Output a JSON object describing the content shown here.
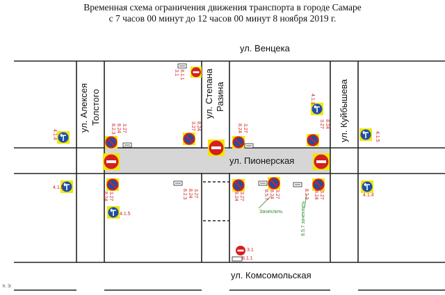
{
  "title": {
    "line1": "Временная схема ограничения движения транспорта в городе Самаре",
    "line2": "с 7 часов 00 минут до 12 часов 00 минут 8 ноября 2019 г."
  },
  "streets": {
    "ventseka": "ул. Венцека",
    "tolstogo_1": "ул. Алексея",
    "tolstogo_2": "Толстого",
    "razina_1": "ул. Степана",
    "razina_2": "Разина",
    "kuibysheva": "ул. Куйбышева",
    "pionerskaya": "ул. Пионерская",
    "komsomolskaya": "ул. Комсомольская"
  },
  "sign_codes": {
    "s_3_1": "3.1",
    "s_8_1_1": "8.1.1",
    "s_3_27": "3.27",
    "s_8_24": "8.24",
    "s_8_2_3": "8.2.3",
    "s_4_1_5": "4.1.5",
    "s_4_1_4": "4.1.4",
    "s_4_1_3": "4.1.3",
    "s_8_5_7": "8.5.7"
  },
  "green_labels": {
    "zachehlit_1": "Зачехлить",
    "zachehlit_2": "8.5.7 зачехлить"
  },
  "corner_note": "К. Э.",
  "colors": {
    "road_closed": "#d6d6d6",
    "curb": "#222222",
    "sign_red": "#d42020",
    "sign_blue": "#1e4fa6",
    "sign_yellow": "#f2e600",
    "label_red": "#d32020",
    "label_green": "#2f8a2f"
  }
}
